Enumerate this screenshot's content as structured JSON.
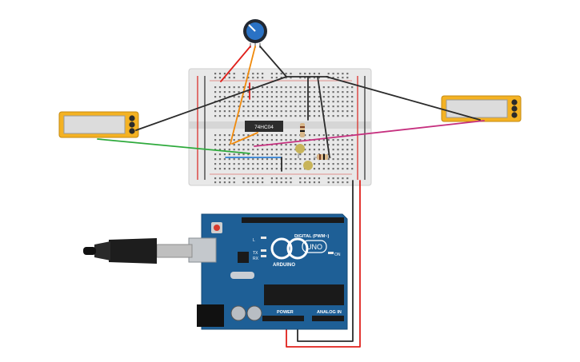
{
  "circuit": {
    "chip_label": "74HC04",
    "arduino": {
      "logo_text": "ARDUINO",
      "model_text": "UNO",
      "digital_label": "DIGITAL (PWM~)",
      "power_label": "POWER",
      "analog_label": "ANALOG IN",
      "on_label": "ON",
      "tx_label": "TX",
      "rx_label": "RX",
      "l_label": "L"
    },
    "colors": {
      "breadboard": "#e7e7e7",
      "arduino_board": "#1e5f96",
      "meter": "#f4b223",
      "wire_red": "#e0201b",
      "wire_orange": "#f08a0c",
      "wire_black": "#2b2b2b",
      "wire_green": "#2eaa3c",
      "wire_magenta": "#c6307f",
      "wire_blue": "#2f7fd2"
    }
  }
}
